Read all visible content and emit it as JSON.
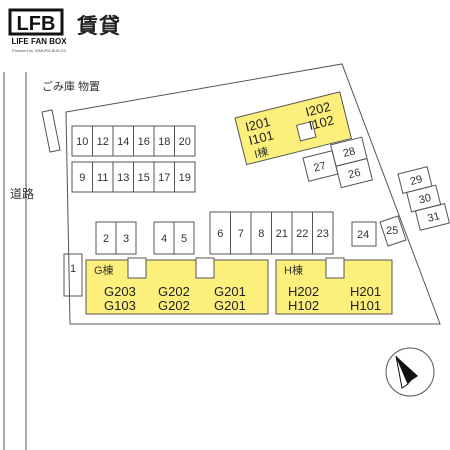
{
  "header": {
    "logo_main": "LFB",
    "logo_sub": "LIFE FAN BOX",
    "logo_tag": "Powered by TAMURA BUILDS",
    "title": "賃貸"
  },
  "map": {
    "road_label": "道路",
    "garbage_label": "ごみ庫 物置",
    "parking_top_row": [
      "10",
      "12",
      "14",
      "16",
      "18",
      "20"
    ],
    "parking_second_row": [
      "9",
      "11",
      "13",
      "15",
      "17",
      "19"
    ],
    "parking_left_pair": [
      "2",
      "3"
    ],
    "parking_mid_pair": [
      "4",
      "5"
    ],
    "parking_center_row": [
      "6",
      "7",
      "8",
      "21",
      "22",
      "23"
    ],
    "parking_single_1": "1",
    "parking_24": "24",
    "parking_25": "25",
    "parking_27": "27",
    "parking_28": "28",
    "parking_26": "26",
    "parking_29": "29",
    "parking_30": "30",
    "parking_31": "31",
    "building_i": {
      "name": "I棟",
      "units_row1": [
        "I201",
        "I202"
      ],
      "units_row2": [
        "I101",
        "I102"
      ]
    },
    "building_g": {
      "name": "G棟",
      "units_row1": [
        "G203",
        "G202",
        "G201"
      ],
      "units_row2": [
        "G103",
        "G202",
        "G201"
      ]
    },
    "building_h": {
      "name": "H棟",
      "units_row1": [
        "H202",
        "H201"
      ],
      "units_row2": [
        "H102",
        "H101"
      ]
    },
    "compass": "north-arrow-icon",
    "building_color": "#fcef7c",
    "line_color": "#555555"
  }
}
